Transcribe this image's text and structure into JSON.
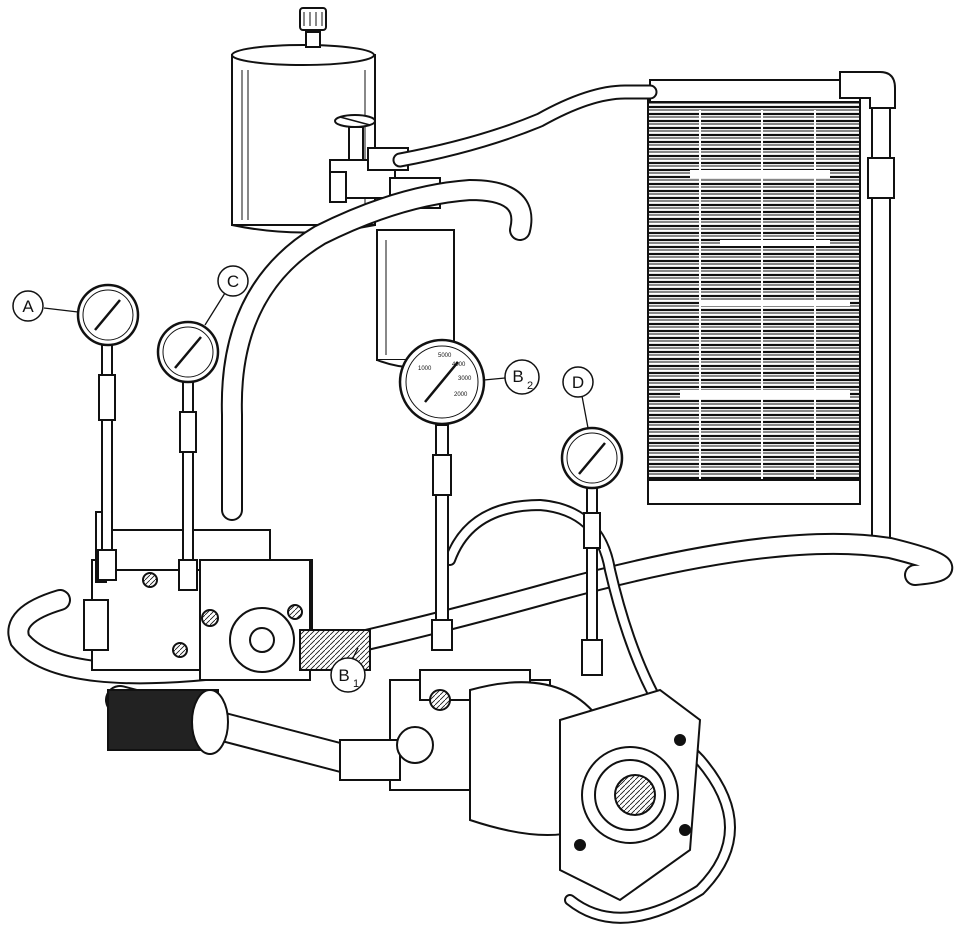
{
  "figure": {
    "style": "black line drawing on white",
    "colors": {
      "ink": "#111111",
      "paper": "#ffffff",
      "fill_light": "#f2f2f2",
      "fill_dark": "#222222"
    }
  },
  "callouts": [
    {
      "id": "A",
      "letter": "A",
      "subscript": ""
    },
    {
      "id": "C",
      "letter": "C",
      "subscript": ""
    },
    {
      "id": "B2",
      "letter": "B",
      "subscript": "2"
    },
    {
      "id": "D",
      "letter": "D",
      "subscript": ""
    },
    {
      "id": "B1",
      "letter": "B",
      "subscript": "1"
    }
  ],
  "gauge_b2_dial": [
    "5000",
    "4000",
    "3000",
    "2000",
    "1000"
  ]
}
